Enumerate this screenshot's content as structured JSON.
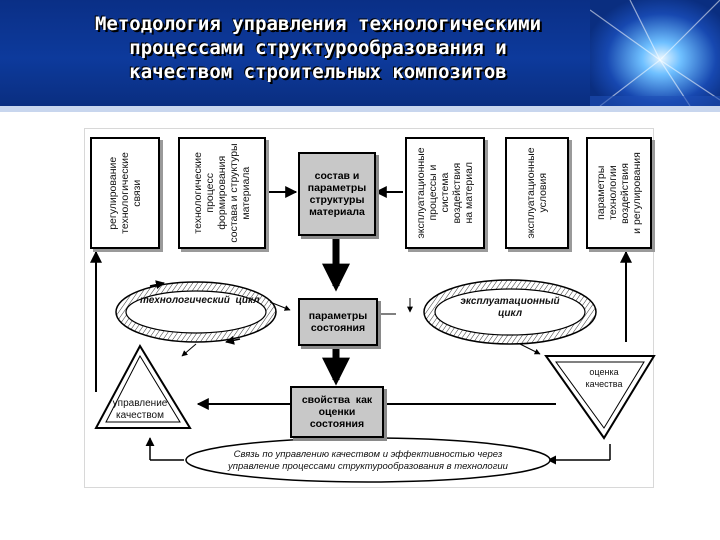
{
  "header": {
    "title_lines": [
      "Методология управления технологическими",
      "процессами структурообразования и",
      "качеством строительных композитов"
    ]
  },
  "diagram": {
    "top_boxes": [
      "регулирование\nтехнологические\nсвязи",
      "технологические\nпроцесс\nформирования\nсостава и структуры\nматериала",
      "эксплуатационные\nпроцессы и\nсистема\nвоздействия\nна материал",
      "эксплуатационные\nусловия",
      "параметры\nтехнологии\nвоздействия\nи регулирования"
    ],
    "center_boxes": {
      "composition": "состав и\nпараметры\nструктуры\nматериала",
      "state": "параметры\nсостояния",
      "properties": "свойства  как\nоценки\nсостояния"
    },
    "cycles": {
      "tech": "технологический  цикл",
      "exploit": "эксплуатационный\nцикл"
    },
    "triangles": {
      "management": "управление\nкачеством",
      "assessment": "оценка\nкачества"
    },
    "bottom_note": "Связь по управлению качеством и эффективностью через\nуправление процессами структурообразования в технологии"
  }
}
